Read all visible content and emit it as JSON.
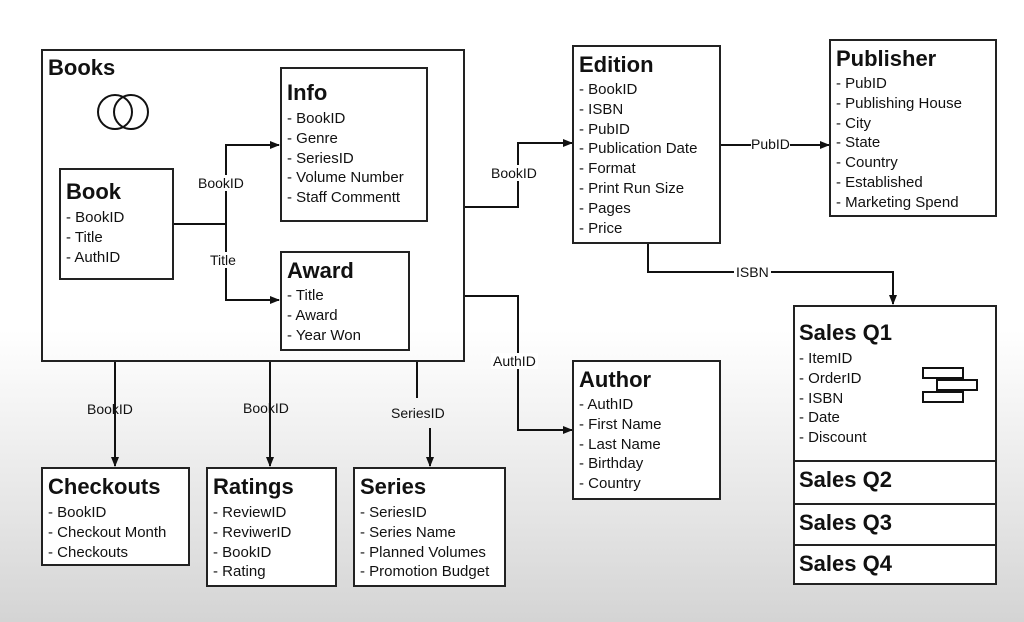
{
  "tables": {
    "books": {
      "title": "Books",
      "icon": "venn-icon"
    },
    "book": {
      "title": "Book",
      "fields": [
        "BookID",
        "Title",
        "AuthID"
      ]
    },
    "info": {
      "title": "Info",
      "fields": [
        "BookID",
        "Genre",
        "SeriesID",
        "Volume Number",
        "Staff Commentt"
      ]
    },
    "award": {
      "title": "Award",
      "fields": [
        "Title",
        "Award",
        "Year Won"
      ]
    },
    "edition": {
      "title": "Edition",
      "fields": [
        "BookID",
        "ISBN",
        "PubID",
        "Publication Date",
        "Format",
        "Print Run Size",
        "Pages",
        "Price"
      ]
    },
    "publisher": {
      "title": "Publisher",
      "fields": [
        "PubID",
        "Publishing House",
        "City",
        "State",
        "Country",
        "Established",
        "Marketing Spend"
      ]
    },
    "author": {
      "title": "Author",
      "fields": [
        "AuthID",
        "First Name",
        "Last Name",
        "Birthday",
        "Country"
      ]
    },
    "sales": {
      "q1_title": "Sales Q1",
      "q1_fields": [
        "ItemID",
        "OrderID",
        "ISBN",
        "Date",
        "Discount"
      ],
      "q1_icon": "stacked-blocks-icon",
      "q2_title": "Sales Q2",
      "q3_title": "Sales Q3",
      "q4_title": "Sales Q4"
    },
    "checkouts": {
      "title": "Checkouts",
      "fields": [
        "BookID",
        "Checkout Month",
        "Checkouts"
      ]
    },
    "ratings": {
      "title": "Ratings",
      "fields": [
        "ReviewID",
        "ReviwerID",
        "BookID",
        "Rating"
      ]
    },
    "series": {
      "title": "Series",
      "fields": [
        "SeriesID",
        "Series Name",
        "Planned Volumes",
        "Promotion Budget"
      ]
    }
  },
  "connectors": {
    "book_info": "BookID",
    "book_award": "Title",
    "books_edition": "BookID",
    "edition_publisher": "PubID",
    "edition_sales": "ISBN",
    "books_author": "AuthID",
    "books_checkouts": "BookID",
    "books_ratings": "BookID",
    "books_series": "SeriesID"
  }
}
